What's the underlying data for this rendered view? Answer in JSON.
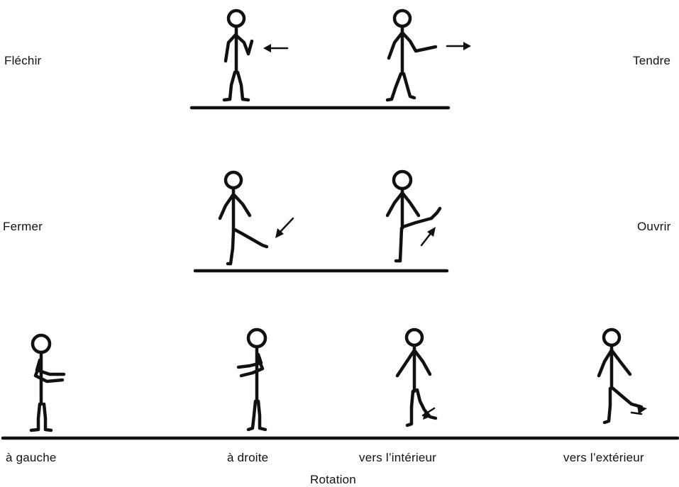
{
  "labels": {
    "flechir": "Fléchir",
    "tendre": "Tendre",
    "fermer": "Fermer",
    "ouvrir": "Ouvrir",
    "a_gauche": "à gauche",
    "a_droite": "à droite",
    "vers_interieur": "vers l’intérieur",
    "vers_exterieur": "vers l’extérieur",
    "rotation": "Rotation"
  }
}
